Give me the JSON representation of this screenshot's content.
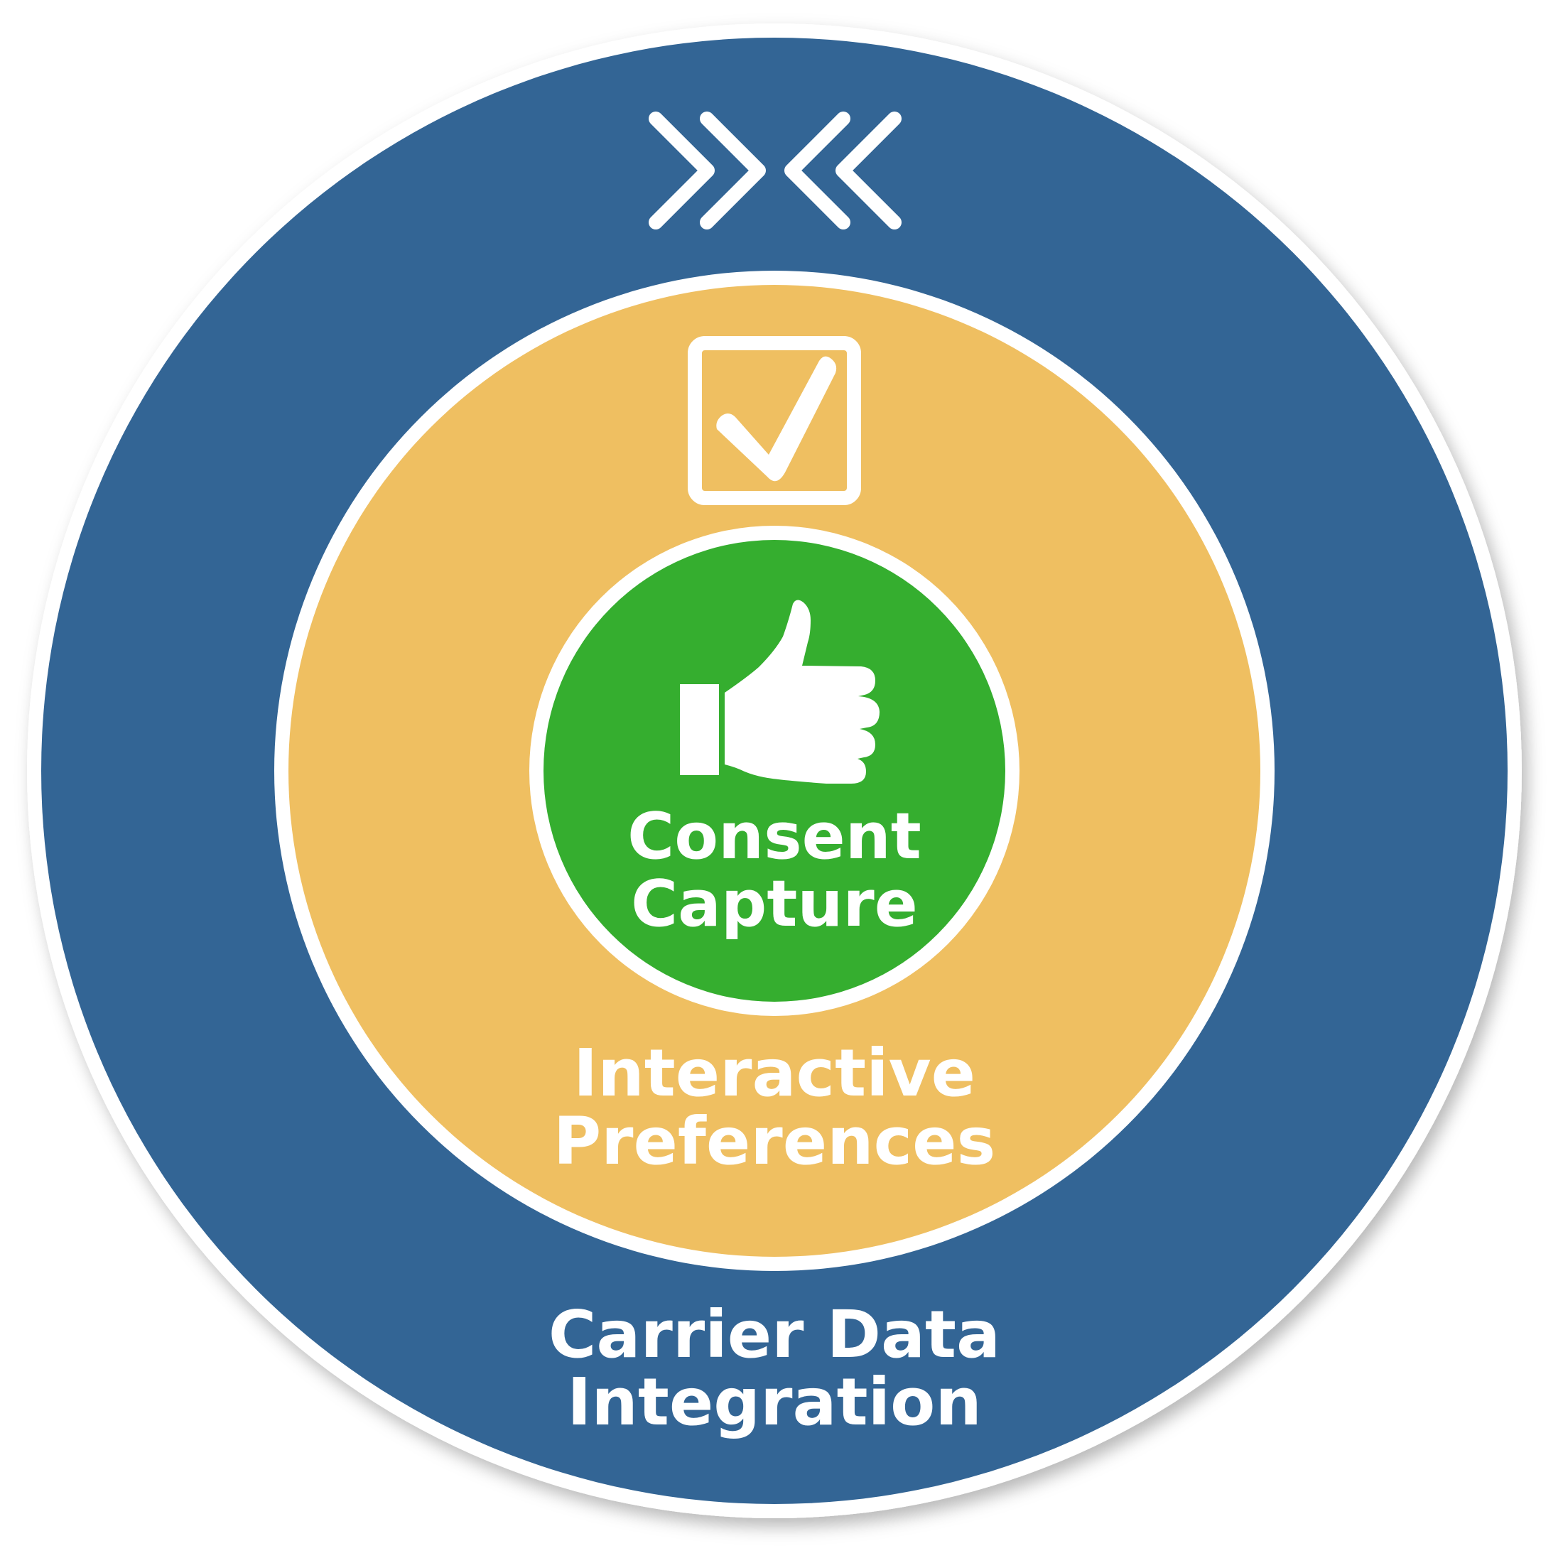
{
  "diagram": {
    "outer_ring": {
      "label_line1": "Carrier Data",
      "label_line2": "Integration",
      "icon": "merge-arrows-icon"
    },
    "middle_ring": {
      "label_line1": "Interactive",
      "label_line2": "Preferences",
      "icon": "checkbox-checked-icon"
    },
    "inner_circle": {
      "label_line1": "Consent",
      "label_line2": "Capture",
      "icon": "thumbs-up-icon"
    },
    "colors": {
      "outer": "#336595",
      "middle": "#efbf61",
      "inner": "#35ae2f",
      "stroke": "#ffffff"
    }
  }
}
